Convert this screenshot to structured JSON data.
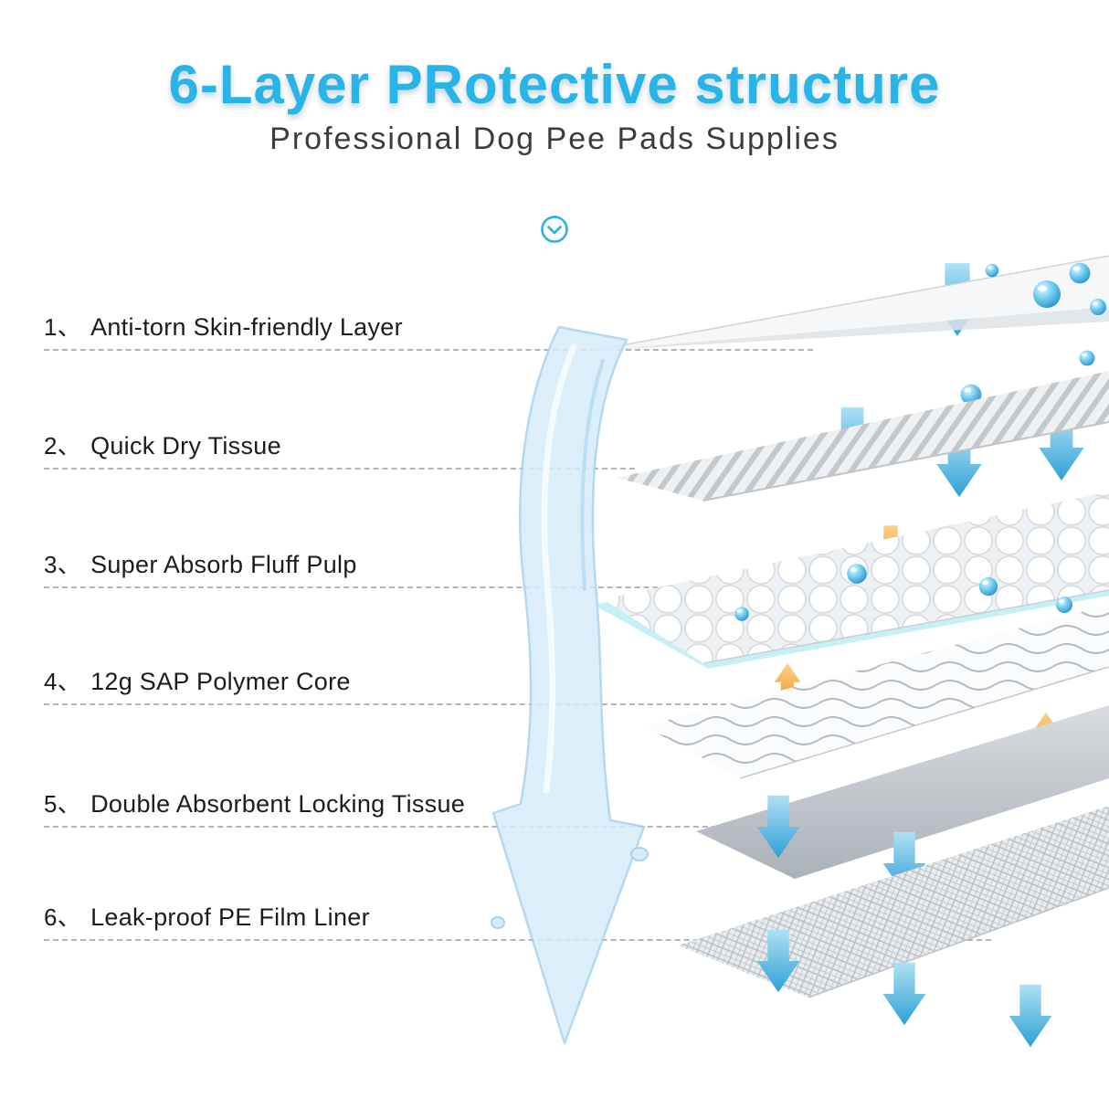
{
  "header": {
    "title": "6-Layer PRotective structure",
    "subtitle": "Professional Dog Pee Pads Supplies"
  },
  "layers": [
    {
      "num": "1、",
      "label": "Anti-torn Skin-friendly Layer"
    },
    {
      "num": "2、",
      "label": "Quick Dry Tissue"
    },
    {
      "num": "3、",
      "label": "Super Absorb Fluff Pulp"
    },
    {
      "num": "4、",
      "label": "12g SAP Polymer Core"
    },
    {
      "num": "5、",
      "label": "Double Absorbent Locking Tissue"
    },
    {
      "num": "6、",
      "label": "Leak-proof PE Film Liner"
    }
  ],
  "icons": {
    "chevron": "chevron-down-circle-icon"
  },
  "colors": {
    "title_blue": "#29b4e8",
    "text_dark": "#1c1c1c",
    "arrow_blue": "#35a9da",
    "arrow_orange": "#f29a2e",
    "splash_blue": "#d7ecfa",
    "dash_gray": "#b3b3b3"
  }
}
